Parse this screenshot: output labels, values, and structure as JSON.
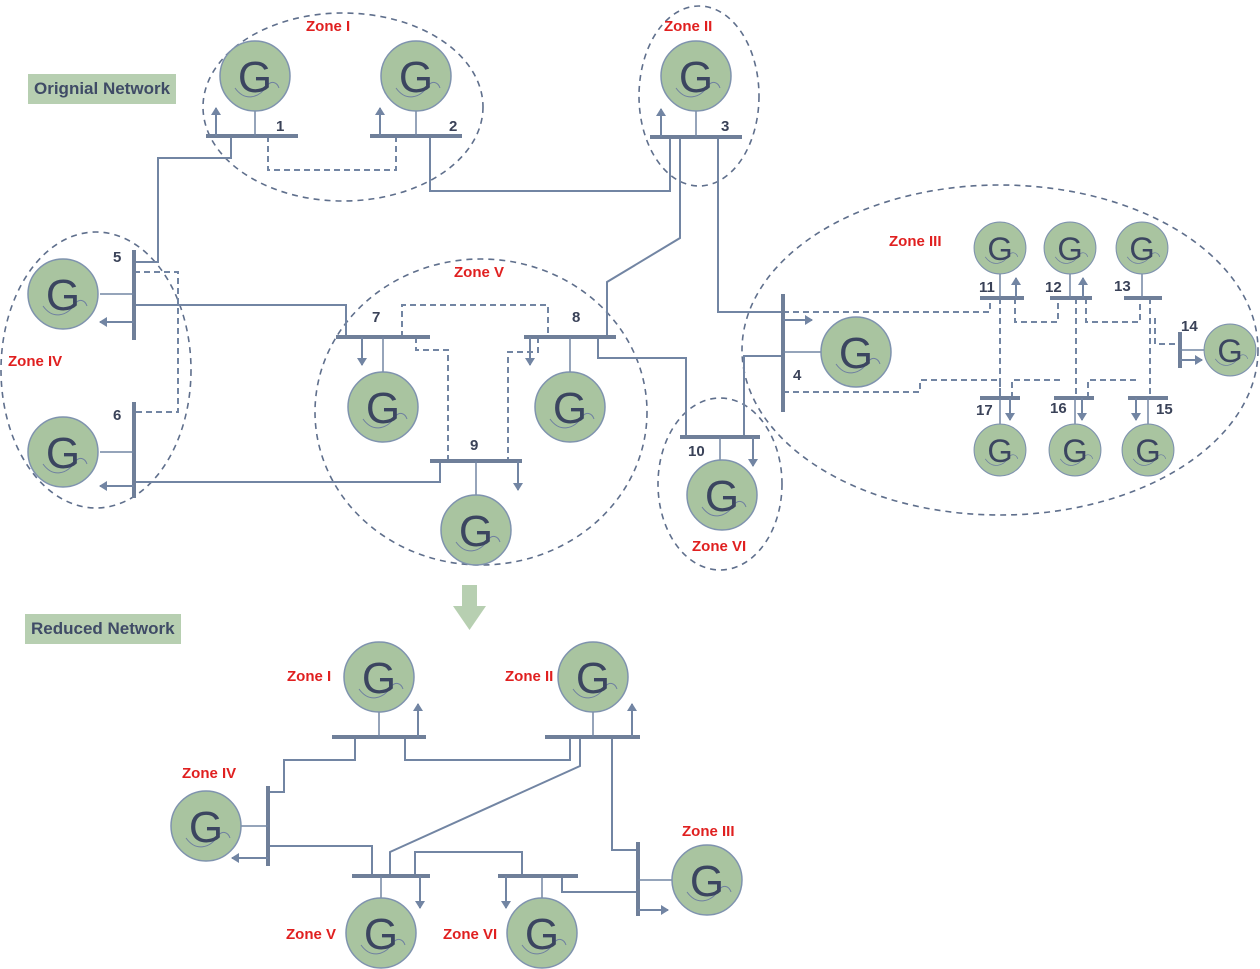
{
  "labels": {
    "original": "Orignial Network",
    "reduced": "Reduced Network"
  },
  "generator_letter": "G",
  "original": {
    "zones": [
      "Zone I",
      "Zone II",
      "Zone III",
      "Zone IV",
      "Zone V",
      "Zone VI"
    ],
    "buses": [
      "1",
      "2",
      "3",
      "4",
      "5",
      "6",
      "7",
      "8",
      "9",
      "10",
      "11",
      "12",
      "13",
      "14",
      "15",
      "16",
      "17"
    ]
  },
  "reduced": {
    "zones": [
      "Zone I",
      "Zone II",
      "Zone IV",
      "Zone III",
      "Zone V",
      "Zone VI"
    ]
  },
  "colors": {
    "generator_fill": "#a9c4a0",
    "line": "#7285a3",
    "zone_label": "#e02020",
    "tag_bg": "#b7cfb1",
    "arrow": "#b7cfb1"
  }
}
